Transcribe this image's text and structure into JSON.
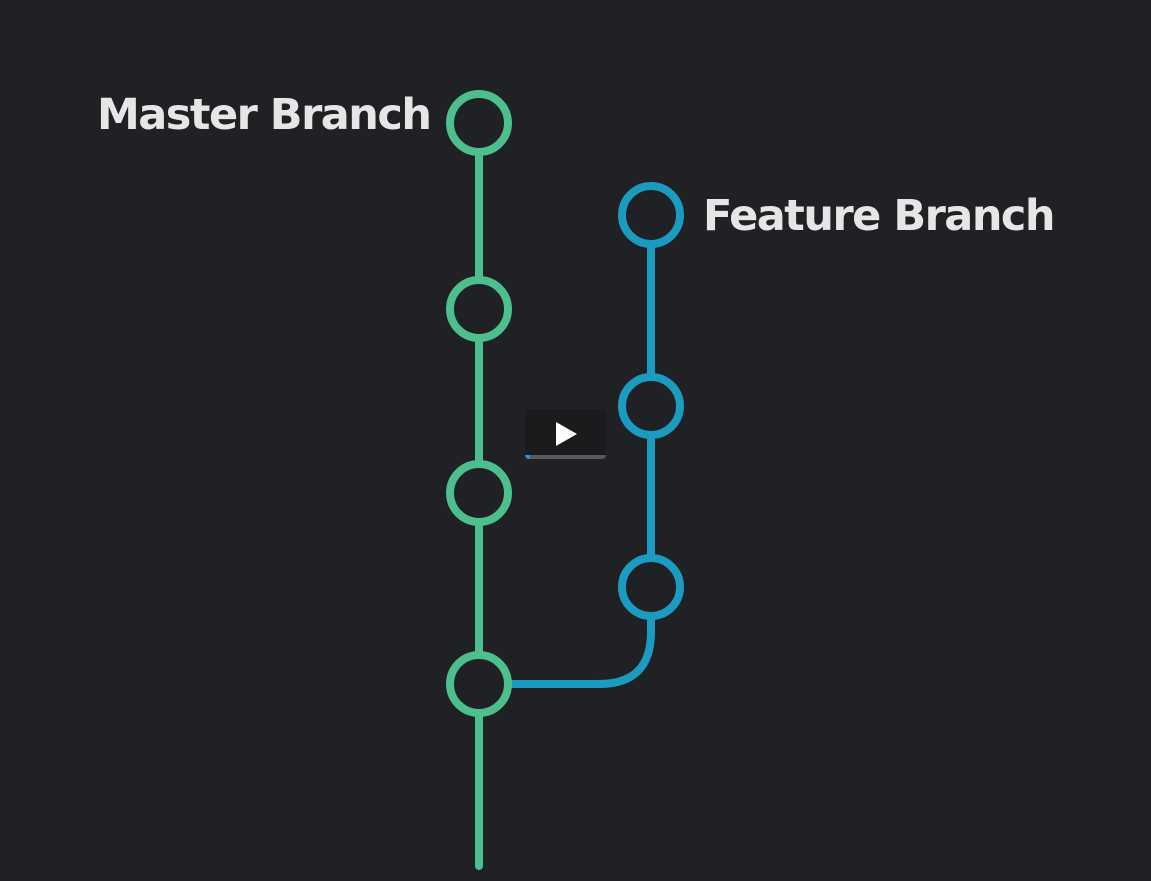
{
  "diagram": {
    "master_label": "Master Branch",
    "feature_label": "Feature Branch",
    "master_commit_count": 4,
    "feature_commit_count": 3,
    "colors": {
      "background": "#202124",
      "master": "#4dbf8f",
      "feature": "#1c9bc0",
      "label": "#e6e6e6"
    }
  },
  "player": {
    "play_icon": "play-icon",
    "progress": 0.06,
    "progress_color": "#2d8fd6"
  }
}
